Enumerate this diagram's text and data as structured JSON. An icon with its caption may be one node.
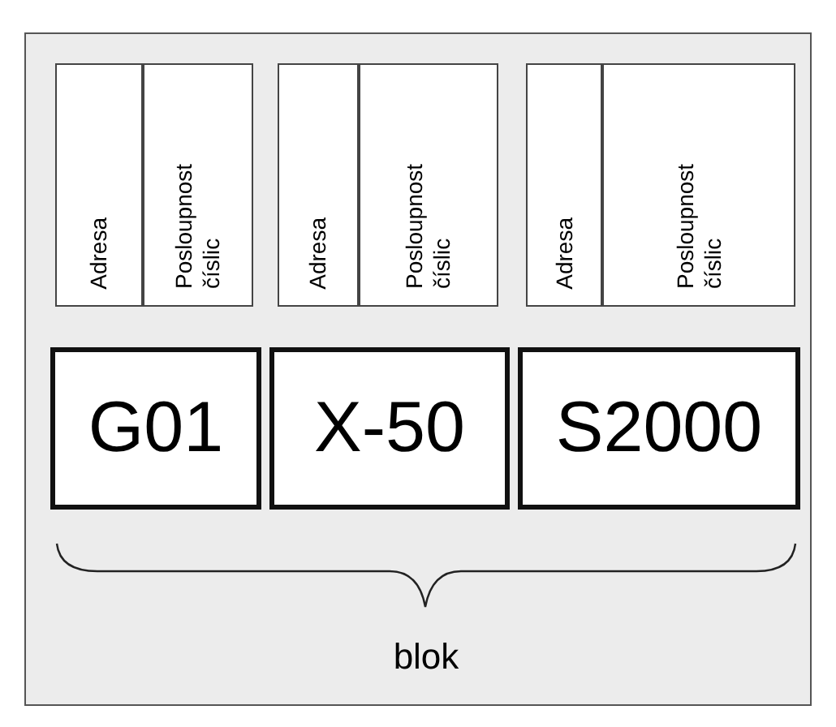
{
  "diagram": {
    "nodes": [
      {
        "text": [],
        "shape": "box"
      },
      {
        "text": [
          "Adresa"
        ],
        "in": 0
      },
      {
        "text": [
          "Posloupnost číslic"
        ],
        "in": 0
      },
      {
        "text": [
          "Adresa"
        ],
        "in": 0
      },
      {
        "text": [
          "Posloupnost číslic"
        ],
        "in": 0
      },
      {
        "text": [
          "Adresa"
        ],
        "in": 0
      },
      {
        "text": [
          "Posloupnost číslic"
        ],
        "in": 0
      },
      {
        "text": [
          "G01"
        ],
        "in": 0
      },
      {
        "text": [
          "X-50"
        ],
        "in": 0
      },
      {
        "text": [
          "S2000"
        ],
        "in": 0
      }
    ],
    "edges": [],
    "labels": [
      "blok"
    ]
  }
}
